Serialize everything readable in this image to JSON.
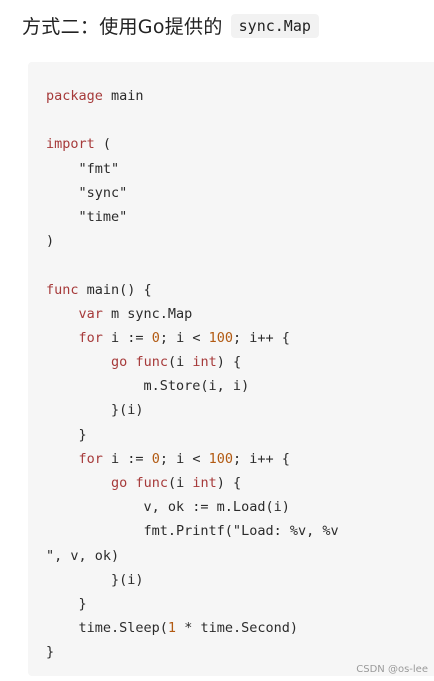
{
  "heading": {
    "label": "方式二：使用Go提供的",
    "code": "sync.Map"
  },
  "code_lines": [
    [
      {
        "t": "package",
        "c": "kw"
      },
      {
        "t": " main",
        "c": ""
      }
    ],
    [],
    [
      {
        "t": "import",
        "c": "kw"
      },
      {
        "t": " (",
        "c": ""
      }
    ],
    [
      {
        "t": "    \"fmt\"",
        "c": "str"
      }
    ],
    [
      {
        "t": "    \"sync\"",
        "c": "str"
      }
    ],
    [
      {
        "t": "    \"time\"",
        "c": "str"
      }
    ],
    [
      {
        "t": ")",
        "c": ""
      }
    ],
    [],
    [
      {
        "t": "func",
        "c": "kw"
      },
      {
        "t": " main() {",
        "c": ""
      }
    ],
    [
      {
        "t": "    ",
        "c": ""
      },
      {
        "t": "var",
        "c": "kw"
      },
      {
        "t": " m sync.Map",
        "c": ""
      }
    ],
    [
      {
        "t": "    ",
        "c": ""
      },
      {
        "t": "for",
        "c": "kw"
      },
      {
        "t": " i := ",
        "c": ""
      },
      {
        "t": "0",
        "c": "num"
      },
      {
        "t": "; i < ",
        "c": ""
      },
      {
        "t": "100",
        "c": "num"
      },
      {
        "t": "; i++ {",
        "c": ""
      }
    ],
    [
      {
        "t": "        ",
        "c": ""
      },
      {
        "t": "go",
        "c": "kw"
      },
      {
        "t": " ",
        "c": ""
      },
      {
        "t": "func",
        "c": "kw"
      },
      {
        "t": "(i ",
        "c": ""
      },
      {
        "t": "int",
        "c": "kw"
      },
      {
        "t": ") {",
        "c": ""
      }
    ],
    [
      {
        "t": "            m.Store(i, i)",
        "c": ""
      }
    ],
    [
      {
        "t": "        }(i)",
        "c": ""
      }
    ],
    [
      {
        "t": "    }",
        "c": ""
      }
    ],
    [
      {
        "t": "    ",
        "c": ""
      },
      {
        "t": "for",
        "c": "kw"
      },
      {
        "t": " i := ",
        "c": ""
      },
      {
        "t": "0",
        "c": "num"
      },
      {
        "t": "; i < ",
        "c": ""
      },
      {
        "t": "100",
        "c": "num"
      },
      {
        "t": "; i++ {",
        "c": ""
      }
    ],
    [
      {
        "t": "        ",
        "c": ""
      },
      {
        "t": "go",
        "c": "kw"
      },
      {
        "t": " ",
        "c": ""
      },
      {
        "t": "func",
        "c": "kw"
      },
      {
        "t": "(i ",
        "c": ""
      },
      {
        "t": "int",
        "c": "kw"
      },
      {
        "t": ") {",
        "c": ""
      }
    ],
    [
      {
        "t": "            v, ok := m.Load(i)",
        "c": ""
      }
    ],
    [
      {
        "t": "            fmt.Printf(\"Load: %v, %v",
        "c": ""
      }
    ],
    [
      {
        "t": "\", v, ok)",
        "c": ""
      }
    ],
    [
      {
        "t": "        }(i)",
        "c": ""
      }
    ],
    [
      {
        "t": "    }",
        "c": ""
      }
    ],
    [
      {
        "t": "    time.Sleep(",
        "c": ""
      },
      {
        "t": "1",
        "c": "num"
      },
      {
        "t": " * time.Second)",
        "c": ""
      }
    ],
    [
      {
        "t": "}",
        "c": ""
      }
    ]
  ],
  "watermark": "CSDN @os-lee"
}
